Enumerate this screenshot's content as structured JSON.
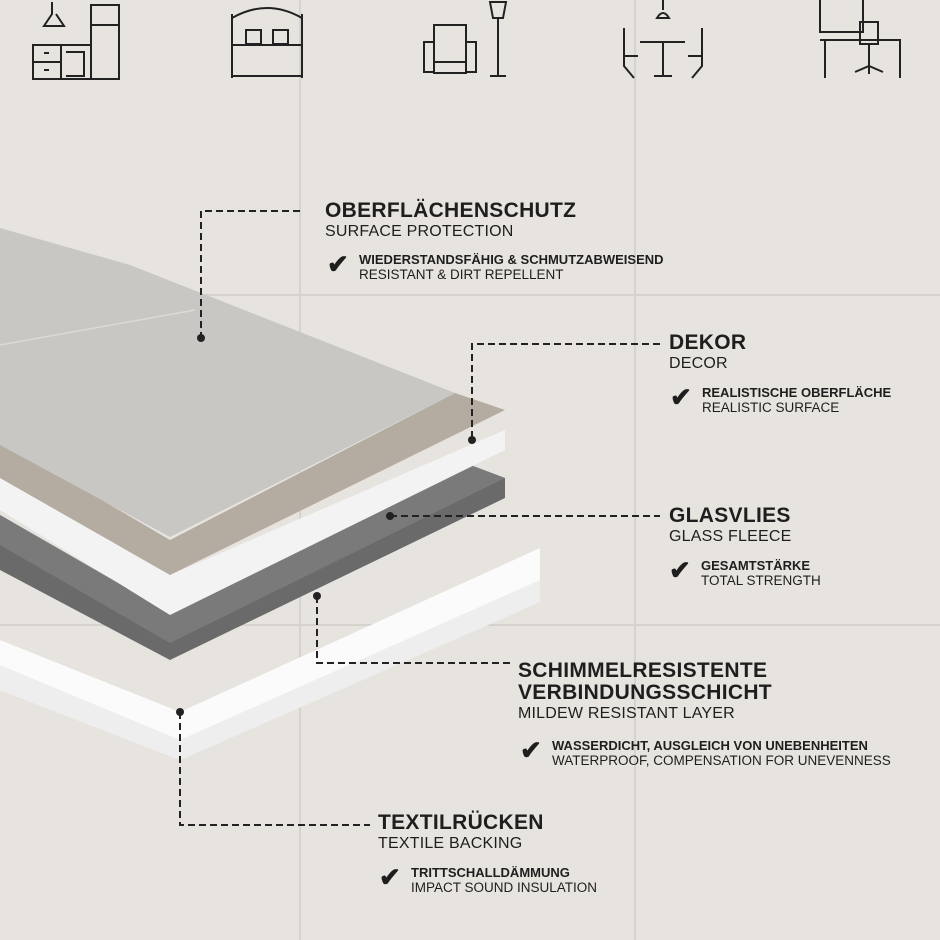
{
  "room_icons": [
    "kitchen-icon",
    "bedroom-icon",
    "living-room-icon",
    "dining-room-icon",
    "office-icon"
  ],
  "colors": {
    "background": "#e7e4df",
    "surface": "#c9c7c3",
    "decor": "#b4aba1",
    "glass_fleece": "#f2f2f2",
    "mildew_layer": "#6a6a6a",
    "textile": "#fafafa",
    "text": "#1e1e1e"
  },
  "layers": [
    {
      "title": "OBERFLÄCHENSCHUTZ",
      "subtitle": "SURFACE PROTECTION",
      "feature_de": "WIEDERSTANDSFÄHIG & SCHMUTZABWEISEND",
      "feature_en": "RESISTANT & DIRT REPELLENT"
    },
    {
      "title": "DEKOR",
      "subtitle": "DECOR",
      "feature_de": "REALISTISCHE OBERFLÄCHE",
      "feature_en": "REALISTIC SURFACE"
    },
    {
      "title": "GLASVLIES",
      "subtitle": "GLASS FLEECE",
      "feature_de": "GESAMTSTÄRKE",
      "feature_en": "TOTAL STRENGTH"
    },
    {
      "title": "SCHIMMELRESISTENTE",
      "title2": "VERBINDUNGSSCHICHT",
      "subtitle": "MILDEW RESISTANT LAYER",
      "feature_de": "WASSERDICHT, AUSGLEICH VON UNEBENHEITEN",
      "feature_en": "WATERPROOF, COMPENSATION FOR UNEVENNESS"
    },
    {
      "title": "TEXTILRÜCKEN",
      "subtitle": "TEXTILE BACKING",
      "feature_de": "TRITTSCHALLDÄMMUNG",
      "feature_en": "IMPACT SOUND INSULATION"
    }
  ],
  "check_glyph": "✔"
}
